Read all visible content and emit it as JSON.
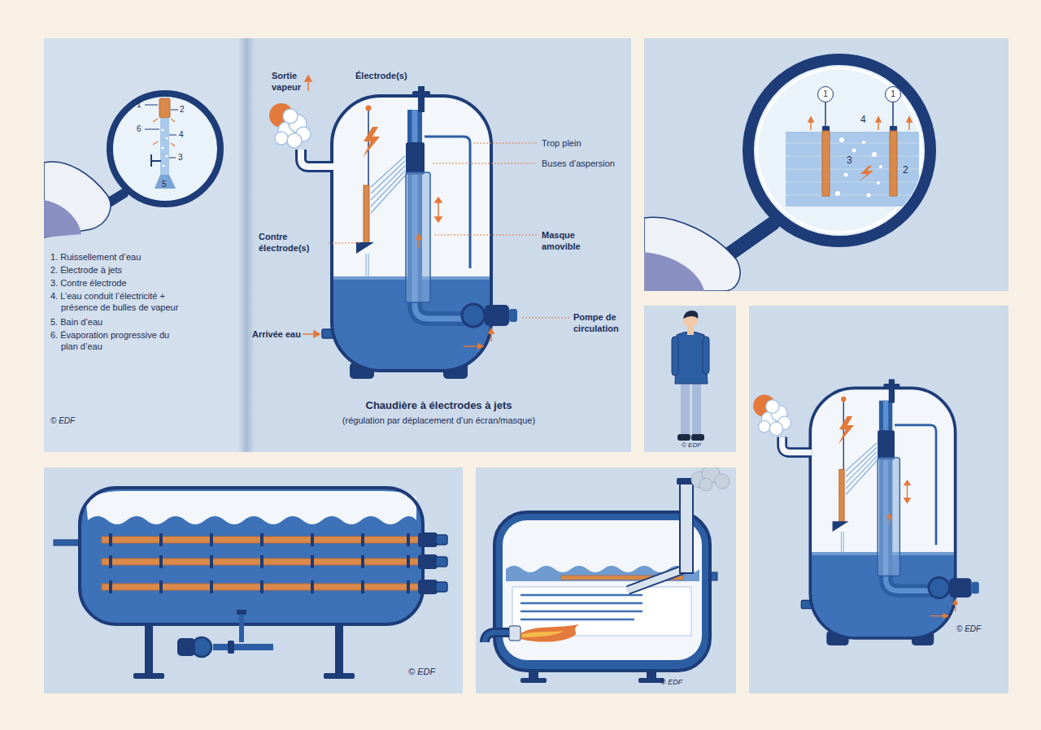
{
  "diagram": {
    "title": "Chaudière à électrodes à jets",
    "caption": "(régulation par déplacement d’un écran/masque)",
    "nodes": [
      {
        "text": [
          "1"
        ]
      },
      {
        "text": [
          "1"
        ]
      }
    ],
    "labels": [
      "1",
      "2",
      "6",
      "4",
      "3",
      "5",
      "1. Ruissellement d’eau",
      "2. Électrode à jets",
      "3. Contre électrode",
      "4. L’eau conduit l’électricité + présence de bulles de vapeur",
      "5. Bain d’eau",
      "6. Évaporation progressive du plan d’eau",
      "© EDF",
      "Sortie vapeur",
      "Électrode(s)",
      "Trop plein",
      "Buses d’aspersion",
      "Contre électrode(s)",
      "Masque amovible",
      "Arrivée eau",
      "Pompe de circulation",
      "4",
      "3",
      "2",
      "© EDF",
      "© EDF",
      "© EDF",
      "© EDF"
    ]
  }
}
